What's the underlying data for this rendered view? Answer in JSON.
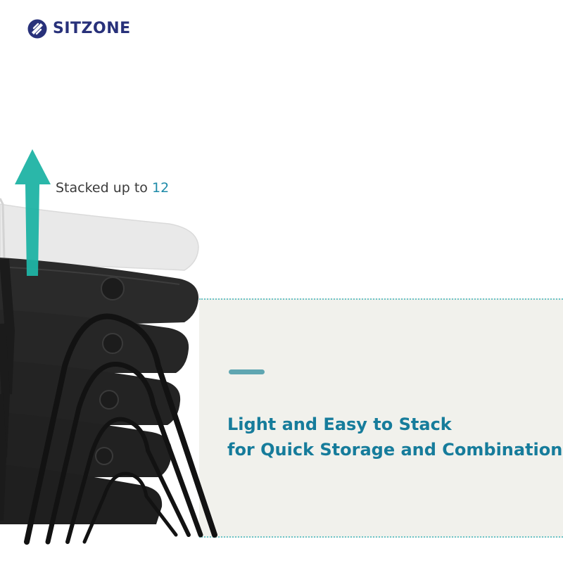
{
  "brand": {
    "name": "SITZONE",
    "color": "#28317a"
  },
  "stack_note": {
    "text": "Stacked up to ",
    "count": "12"
  },
  "headline": {
    "line1": "Light and Easy to Stack",
    "line2": "for Quick Storage and Combination"
  },
  "colors": {
    "accent": "#5fa6b1",
    "headline": "#167c9b",
    "arrow": "#1fb3a4",
    "panel_bg": "#f1f1ec",
    "panel_border": "#6cc4c7"
  }
}
